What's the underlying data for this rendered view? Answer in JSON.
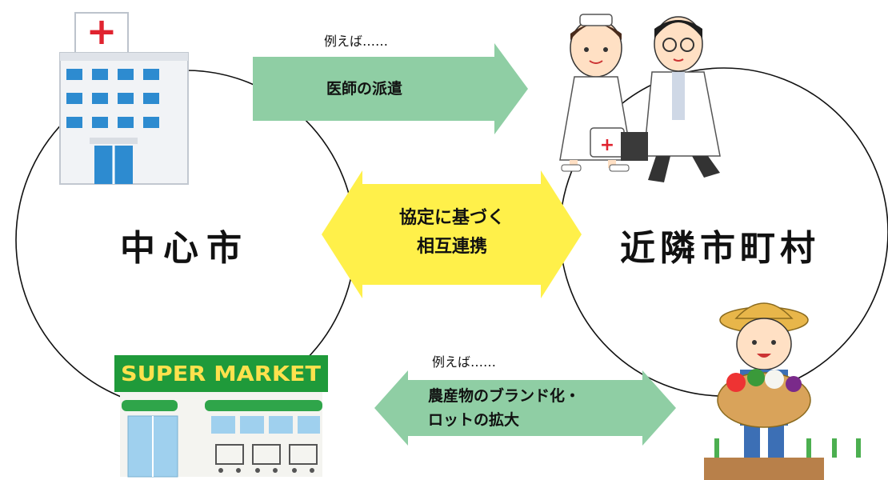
{
  "left_circle": {
    "label": "中心市"
  },
  "right_circle": {
    "label": "近隣市町村"
  },
  "center_arrow": {
    "line1": "協定に基づく",
    "line2": "相互連携"
  },
  "top_arrow": {
    "example": "例えば……",
    "label": "医師の派遣"
  },
  "bottom_arrow": {
    "example": "例えば……",
    "line1": "農産物のブランド化・",
    "line2": "ロットの拡大"
  },
  "illustrations": {
    "hospital_sign": "+",
    "supermarket_sign": "SUPER MARKET",
    "bag_sign": "+"
  },
  "colors": {
    "green_arrow": "#8fcea4",
    "yellow_arrow": "#fff04a",
    "hospital_red": "#e0232f",
    "window_blue": "#2d8bd0",
    "market_green": "#1f9a3a"
  }
}
